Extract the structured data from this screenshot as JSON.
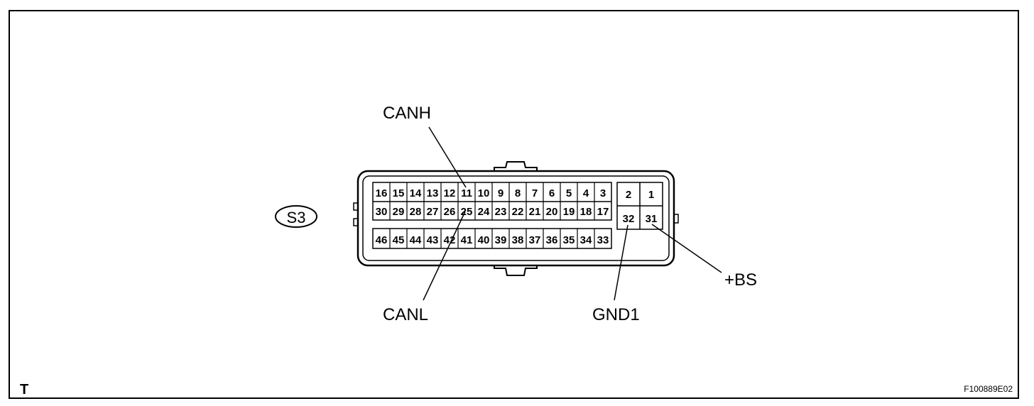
{
  "connector": {
    "id": "S3",
    "pins_row1": [
      "16",
      "15",
      "14",
      "13",
      "12",
      "11",
      "10",
      "9",
      "8",
      "7",
      "6",
      "5",
      "4",
      "3"
    ],
    "pins_row2": [
      "30",
      "29",
      "28",
      "27",
      "26",
      "25",
      "24",
      "23",
      "22",
      "21",
      "20",
      "19",
      "18",
      "17"
    ],
    "pins_row3": [
      "46",
      "45",
      "44",
      "43",
      "42",
      "41",
      "40",
      "39",
      "38",
      "37",
      "36",
      "35",
      "34",
      "33"
    ],
    "power_block_top": [
      "2",
      "1"
    ],
    "power_block_bottom": [
      "32",
      "31"
    ]
  },
  "labels": {
    "canh": "CANH",
    "canl": "CANL",
    "gnd1": "GND1",
    "bs": "+BS"
  },
  "footer": {
    "corner_mark": "T",
    "figure_id": "F100889E02"
  }
}
